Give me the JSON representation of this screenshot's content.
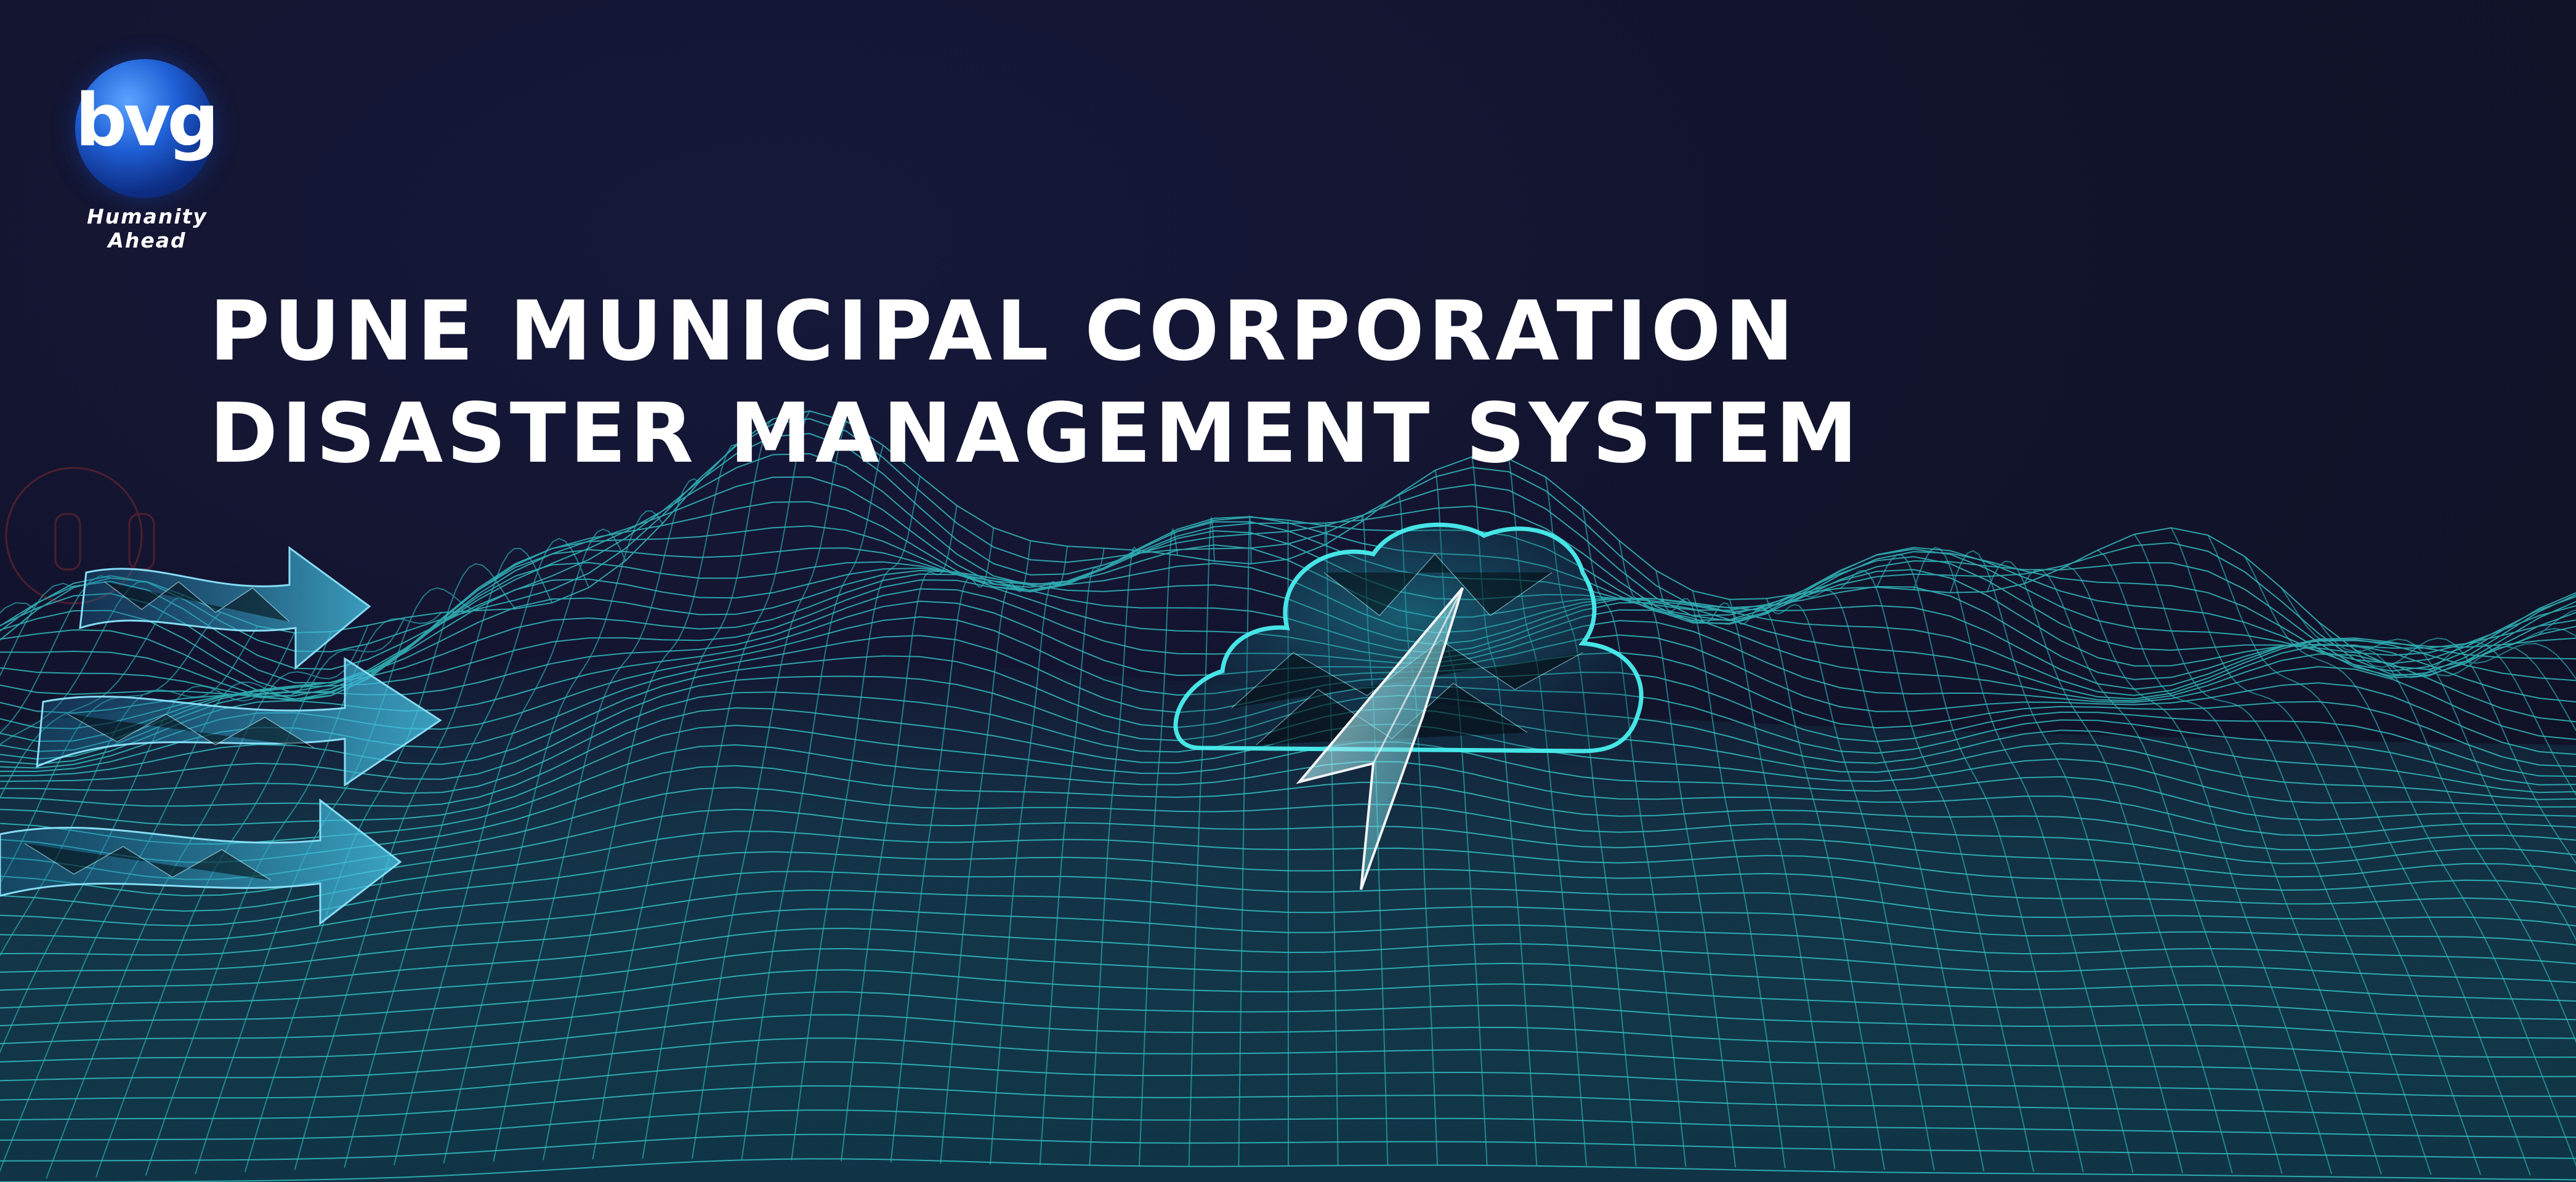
{
  "logo": {
    "mark": "bvg",
    "tagline": "Humanity Ahead"
  },
  "title": {
    "line1": "PUNE MUNICIPAL CORPORATION",
    "line2": "DISASTER MANAGEMENT SYSTEM"
  },
  "colors": {
    "background": "#11132a",
    "accent": "#2fd6d6",
    "title": "#ffffff",
    "logo": "#1f5fd6"
  },
  "icons": [
    "wireframe-terrain-graphic",
    "cloud-icon",
    "paper-plane-icon",
    "arrow-icon"
  ]
}
